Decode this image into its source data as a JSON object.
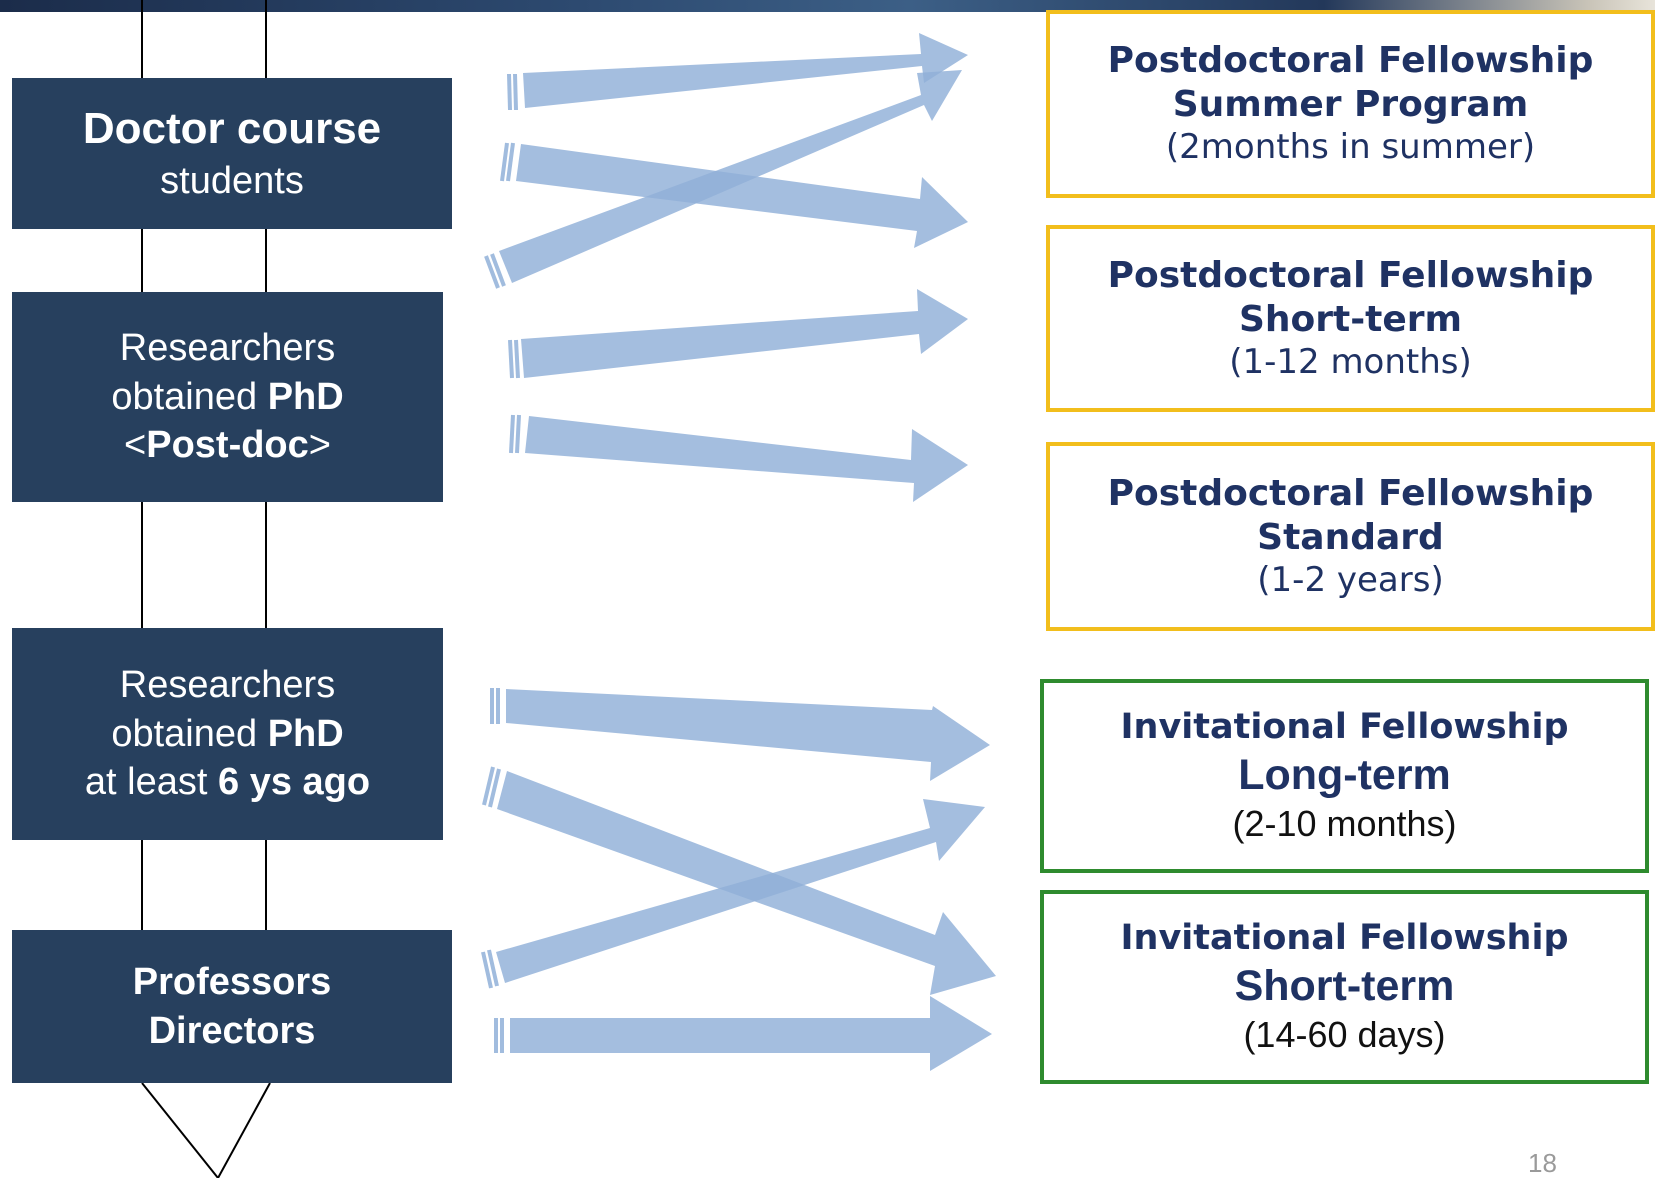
{
  "slide": {
    "page_number": "18",
    "arrow_color": "#90b0d8"
  },
  "left_boxes": [
    {
      "lines": [
        {
          "text": "Doctor course",
          "style": "big"
        },
        {
          "text": "students"
        }
      ]
    },
    {
      "line1": "Researchers",
      "line2_prefix": "obtained ",
      "line2_bold": "PhD",
      "line3_open": "<",
      "line3_bold": "Post-doc",
      "line3_close": ">"
    },
    {
      "line1": "Researchers",
      "line2_prefix": "obtained ",
      "line2_bold": "PhD",
      "line3_prefix": "at least ",
      "line3_bold": "6 ys ago"
    },
    {
      "line1": "Professors",
      "line2": "Directors"
    }
  ],
  "right_boxes": [
    {
      "title": "Postdoctoral Fellowship",
      "subtitle": "Summer Program",
      "duration": "(2months in summer)",
      "border_color": "#f2be1c"
    },
    {
      "title": "Postdoctoral Fellowship",
      "subtitle": "Short-term",
      "duration": "(1-12 months)",
      "border_color": "#f2be1c"
    },
    {
      "title": "Postdoctoral Fellowship",
      "subtitle": "Standard",
      "duration": "(1-2 years)",
      "border_color": "#f2be1c"
    },
    {
      "title": "Invitational Fellowship",
      "subtitle": "Long-term",
      "duration": "(2-10 months)",
      "border_color": "#2e8b2e"
    },
    {
      "title": "Invitational Fellowship",
      "subtitle": "Short-term",
      "duration": "(14-60 days)",
      "border_color": "#2e8b2e"
    }
  ]
}
